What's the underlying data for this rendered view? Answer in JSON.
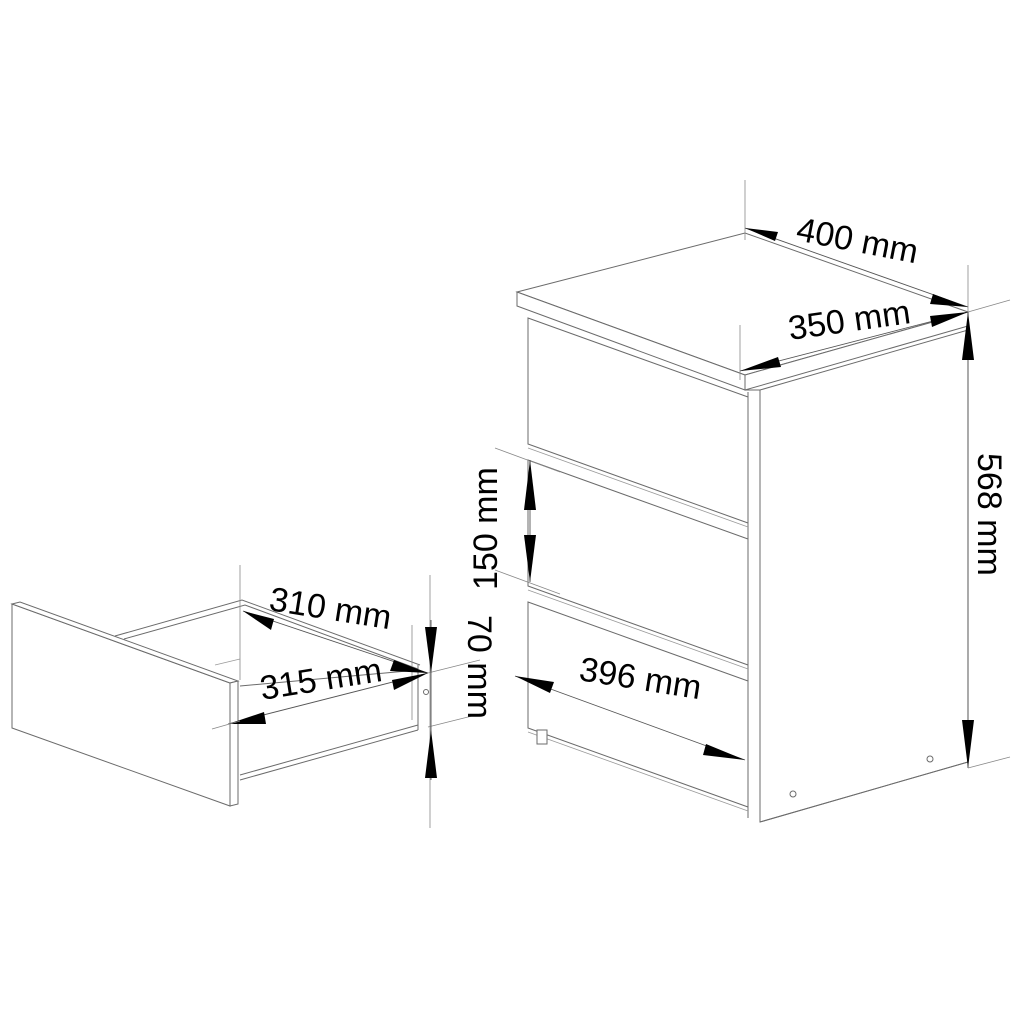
{
  "diagram": {
    "subject": "Chest of 3 drawers with detached drawer, dimension drawing",
    "colors": {
      "line": "#6b6b6b",
      "text": "#000000",
      "background": "#ffffff"
    },
    "cabinet": {
      "width_label": "400 mm",
      "depth_label": "350 mm",
      "height_label": "568 mm",
      "drawer_front_height_label": "150 mm",
      "drawer_front_width_label": "396 mm"
    },
    "drawer": {
      "inner_length_label": "310 mm",
      "outer_length_label": "315 mm",
      "height_label": "70 mm"
    }
  }
}
